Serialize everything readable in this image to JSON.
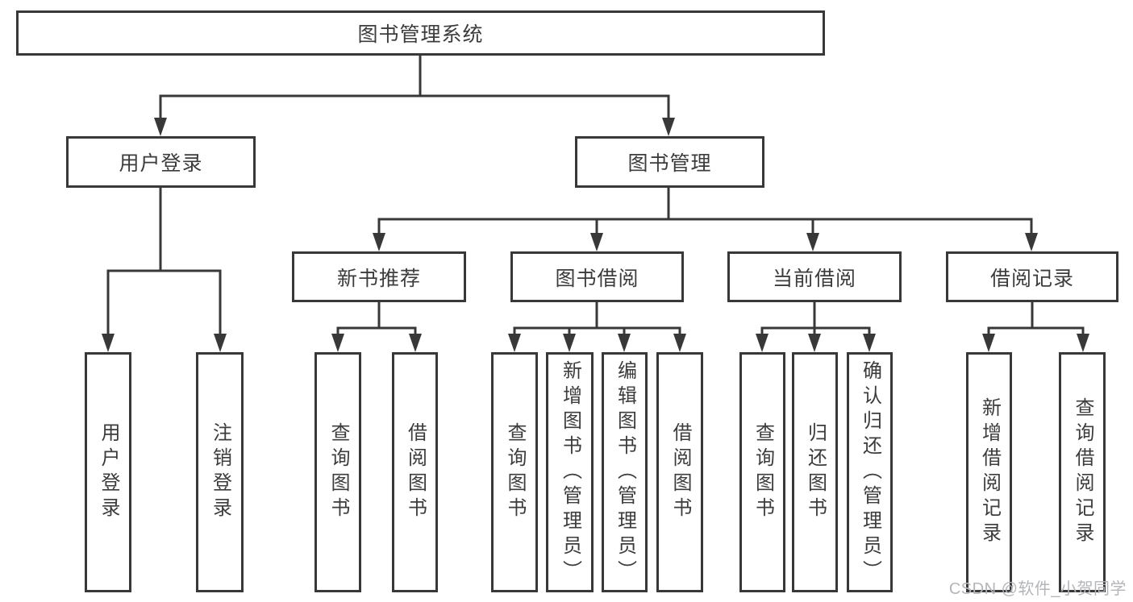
{
  "title": "图书管理系统",
  "watermark": "CSDN @软件_小贺同学",
  "colors": {
    "line": "#383838",
    "box_border": "#383838",
    "text": "#3c3c3c",
    "watermark_text": "#b3b5b9",
    "background": "#ffffff"
  },
  "tree": {
    "root": {
      "label": "图书管理系统"
    },
    "branches": [
      {
        "label": "用户登录",
        "children": [
          {
            "label": "用户登录"
          },
          {
            "label": "注销登录"
          }
        ]
      },
      {
        "label": "图书管理",
        "children": [
          {
            "label": "新书推荐",
            "children": [
              {
                "label": "查询图书"
              },
              {
                "label": "借阅图书"
              }
            ]
          },
          {
            "label": "图书借阅",
            "children": [
              {
                "label": "查询图书"
              },
              {
                "label": "新增图书（管理员）"
              },
              {
                "label": "编辑图书（管理员）"
              },
              {
                "label": "借阅图书"
              }
            ]
          },
          {
            "label": "当前借阅",
            "children": [
              {
                "label": "查询图书"
              },
              {
                "label": "归还图书"
              },
              {
                "label": "确认归还（管理员）"
              }
            ]
          },
          {
            "label": "借阅记录",
            "children": [
              {
                "label": "新增借阅记录"
              },
              {
                "label": "查询借阅记录"
              }
            ]
          }
        ]
      }
    ]
  }
}
